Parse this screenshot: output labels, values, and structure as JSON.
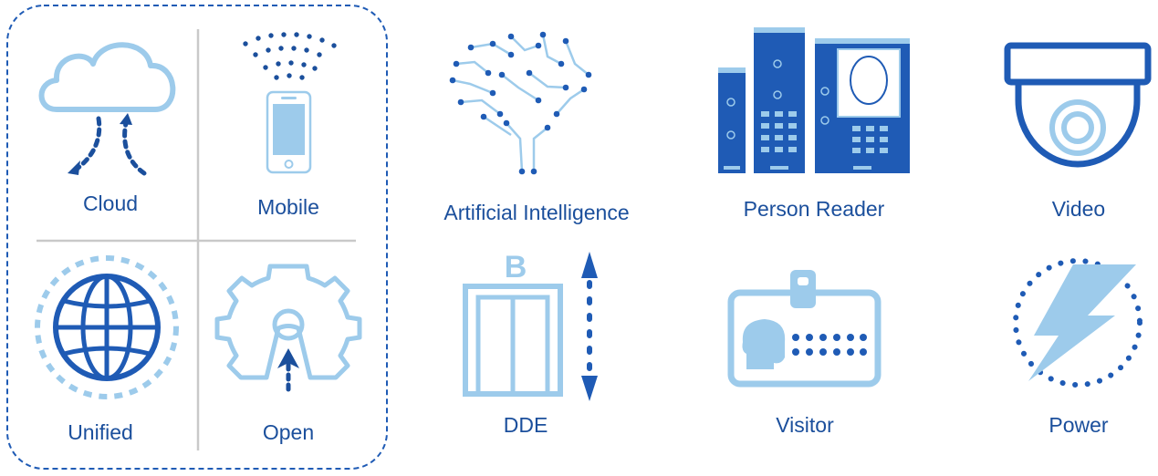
{
  "labels": {
    "cloud": "Cloud",
    "mobile": "Mobile",
    "unified": "Unified",
    "open": "Open",
    "ai": "Artificial Intelligence",
    "person_reader": "Person Reader",
    "video": "Video",
    "dde": "DDE",
    "visitor": "Visitor",
    "power": "Power",
    "elevator_letter": "B"
  },
  "icons": {
    "cloud": "cloud-sync-icon",
    "mobile": "mobile-phone-icon",
    "unified": "globe-icon",
    "open": "open-gear-icon",
    "ai": "ai-brain-icon",
    "person_reader": "person-reader-icon",
    "video": "dome-camera-icon",
    "dde": "elevator-icon",
    "visitor": "visitor-badge-icon",
    "power": "power-bolt-icon"
  },
  "colors": {
    "dark_blue": "#1b4f9c",
    "mid_blue": "#1f5bb5",
    "light_blue": "#9dcbeb",
    "divider": "#c9c9c9"
  }
}
